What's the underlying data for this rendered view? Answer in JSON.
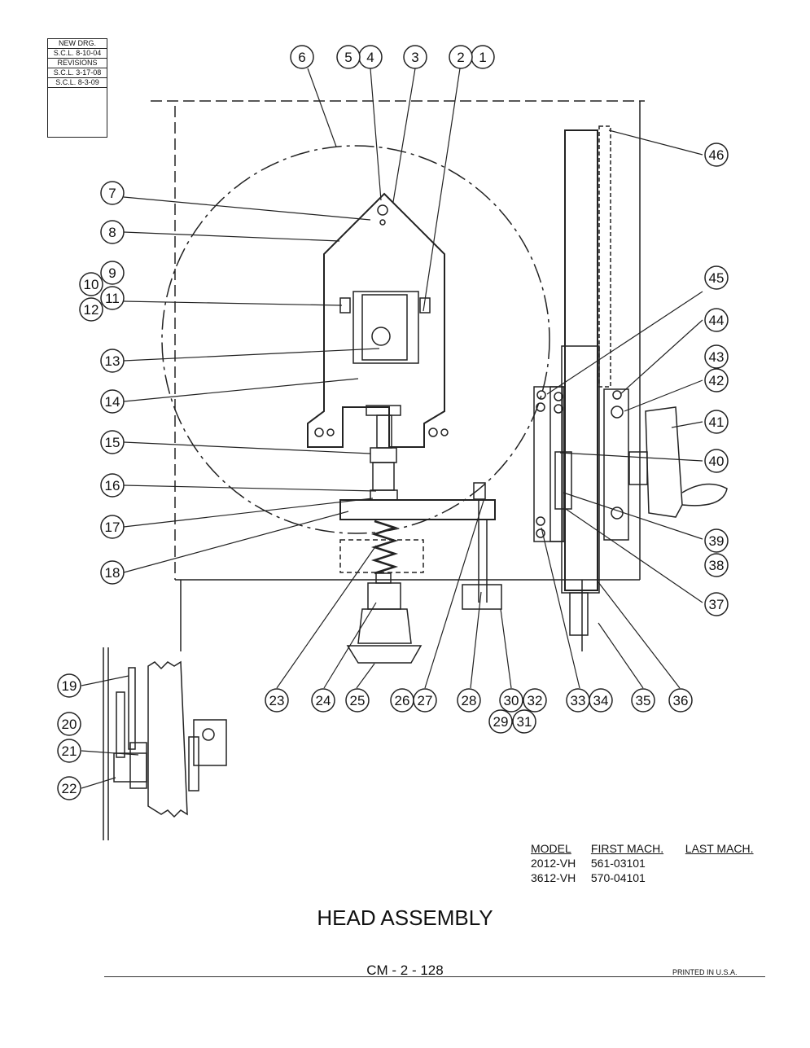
{
  "revisions": [
    "NEW DRG.",
    "S.C.L. 8-10-04",
    "REVISIONS",
    "S.C.L. 3-17-08",
    "S.C.L. 8-3-09"
  ],
  "callouts": [
    "1",
    "2",
    "3",
    "4",
    "5",
    "6",
    "7",
    "8",
    "9",
    "10",
    "11",
    "12",
    "13",
    "14",
    "15",
    "16",
    "17",
    "18",
    "19",
    "20",
    "21",
    "22",
    "23",
    "24",
    "25",
    "26",
    "27",
    "28",
    "29",
    "30",
    "31",
    "32",
    "33",
    "34",
    "35",
    "36",
    "37",
    "38",
    "39",
    "40",
    "41",
    "42",
    "43",
    "44",
    "45",
    "46"
  ],
  "model_table": {
    "headers": [
      "MODEL",
      "FIRST MACH.",
      "LAST MACH."
    ],
    "rows": [
      [
        "2012-VH",
        "561-03101",
        ""
      ],
      [
        "3612-VH",
        "570-04101",
        ""
      ]
    ]
  },
  "title": "HEAD ASSEMBLY",
  "page_code": "CM - 2 - 128",
  "printed": "PRINTED IN U.S.A."
}
